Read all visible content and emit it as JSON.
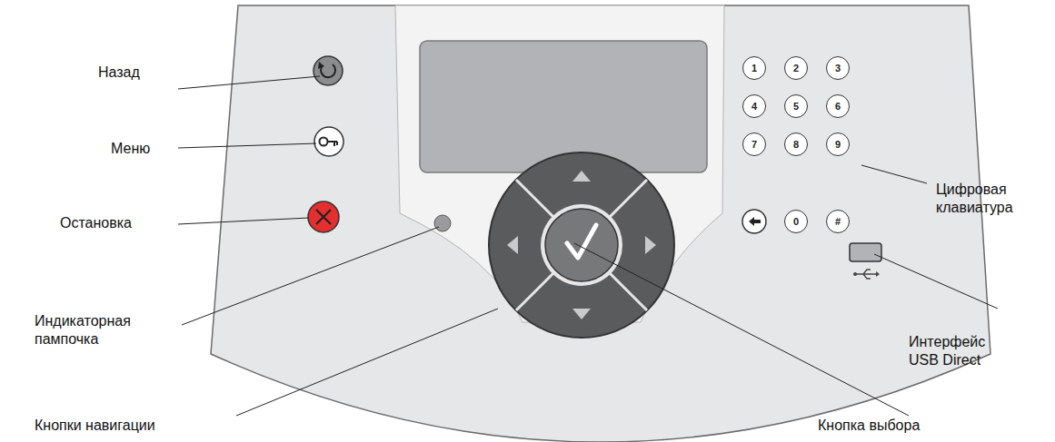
{
  "diagram": {
    "nodes": [
      {
        "text": [
          "1"
        ]
      },
      {
        "text": [
          "2"
        ]
      },
      {
        "text": [
          "3"
        ]
      },
      {
        "text": [
          "4"
        ]
      },
      {
        "text": [
          "5"
        ]
      },
      {
        "text": [
          "6"
        ]
      },
      {
        "text": [
          "7"
        ]
      },
      {
        "text": [
          "8"
        ]
      },
      {
        "text": [
          "9"
        ]
      },
      {
        "text": [
          "0"
        ]
      },
      {
        "text": [
          "#"
        ]
      }
    ],
    "labels": [
      "Назад",
      "Меню",
      "Остановка",
      "Индикаторная пампочка",
      "Кнопки навигации",
      "Кнопка выбора",
      "Цифровая клавиатура",
      "Интерфейс USB Direct"
    ]
  }
}
